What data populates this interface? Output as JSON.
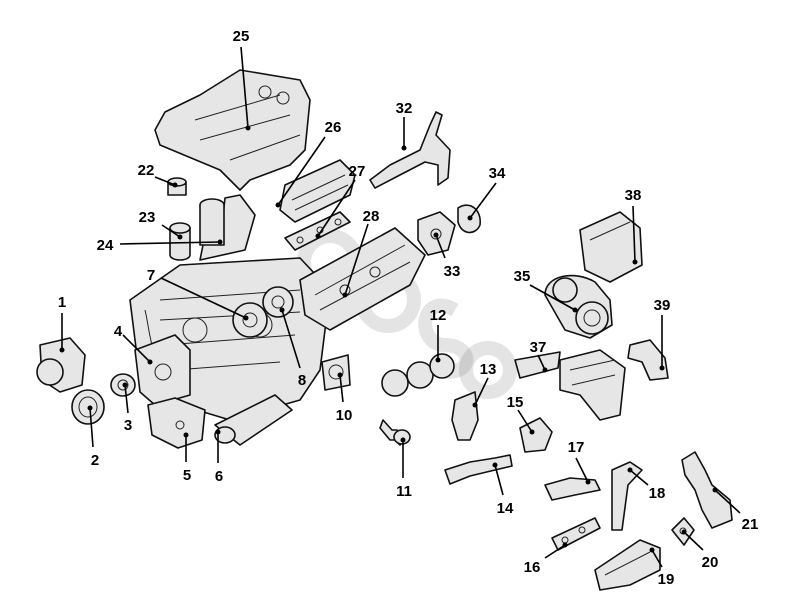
{
  "diagram": {
    "labels": [
      "1",
      "2",
      "3",
      "4",
      "5",
      "6",
      "7",
      "8",
      "10",
      "11",
      "12",
      "13",
      "14",
      "15",
      "16",
      "17",
      "18",
      "19",
      "20",
      "21",
      "22",
      "23",
      "24",
      "25",
      "26",
      "27",
      "28",
      "32",
      "33",
      "34",
      "35",
      "37",
      "38",
      "39"
    ]
  }
}
